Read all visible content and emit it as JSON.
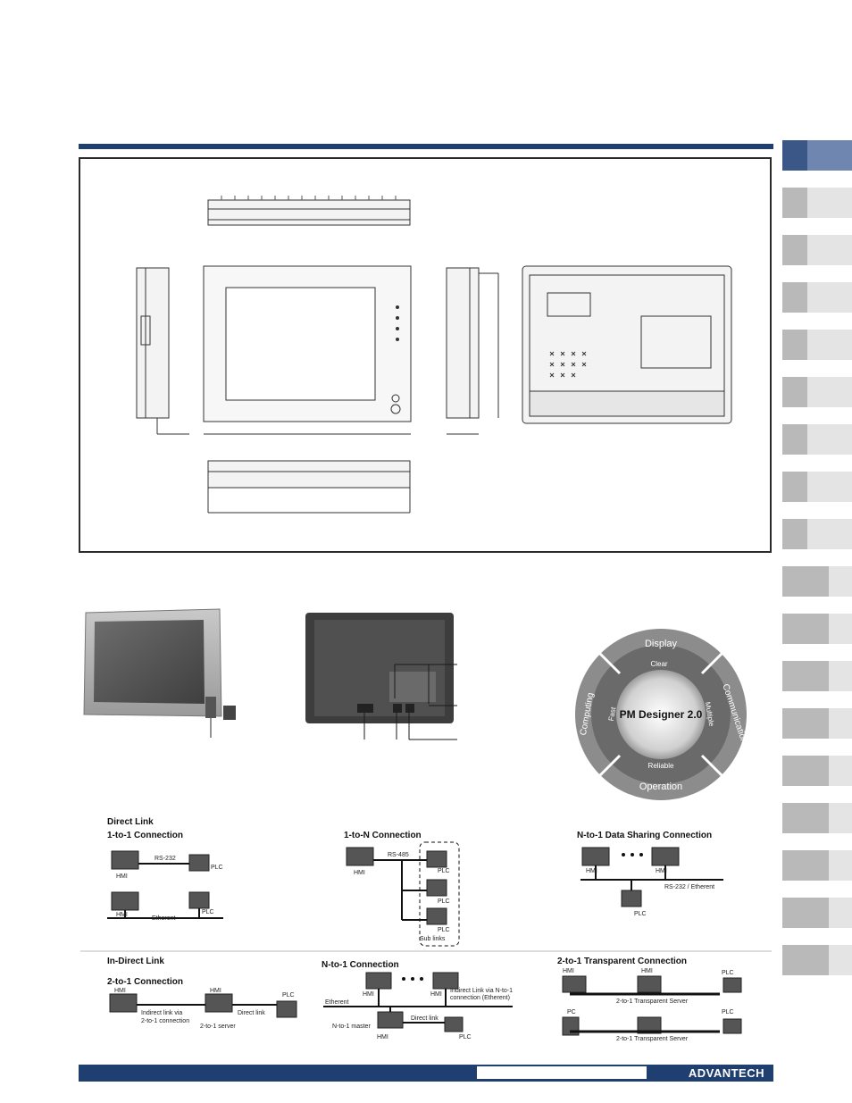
{
  "brand": {
    "logo_text": "ADVANTECH"
  },
  "cycle": {
    "center": "PM Designer 2.0",
    "outer": [
      "Display",
      "Communication",
      "Operation",
      "Computing"
    ],
    "inner": [
      "Clear",
      "Multiple",
      "Reliable",
      "Fast"
    ]
  },
  "diagrams": {
    "direct_link": {
      "heading": "Direct Link",
      "one_to_one": {
        "title": "1-to-1 Connection",
        "hmi": "HMI",
        "plc": "PLC",
        "rs232": "RS-232",
        "ethernet": "Etherent"
      },
      "one_to_n": {
        "title": "1-to-N Connection",
        "hmi": "HMI",
        "plc": "PLC",
        "rs485": "RS-485",
        "sub_links": "Sub links"
      },
      "n_to_1": {
        "title": "N-to-1 Data Sharing Connection",
        "hmi": "HMI",
        "plc": "PLC",
        "bus": "RS-232 / Etherent"
      }
    },
    "indirect_link": {
      "heading": "In-Direct Link",
      "two_to_1": {
        "title": "2-to-1 Connection",
        "hmi": "HMI",
        "plc": "PLC",
        "note": "Indirect link via",
        "note2": "2-to-1 connection",
        "server": "2-to-1 server",
        "direct": "Direct link"
      },
      "n_to_1": {
        "title": "N-to-1 Connection",
        "hmi": "HMI",
        "plc": "PLC",
        "ethernet": "Etherent",
        "note": "Indirect Link via N-to-1",
        "note2": "connection (Etherent)",
        "master": "N-to-1 master",
        "direct": "Direct link"
      },
      "transparent": {
        "title": "2-to-1 Transparent Connection",
        "hmi": "HMI",
        "plc": "PLC",
        "pc": "PC",
        "server": "2-to-1 Transparent Server"
      }
    }
  }
}
